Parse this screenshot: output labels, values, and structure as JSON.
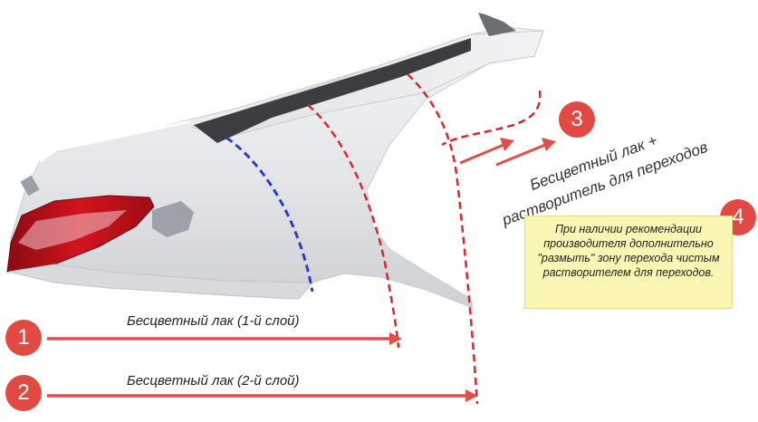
{
  "badges": {
    "b1": "1",
    "b2": "2",
    "b3": "3",
    "b4": "4"
  },
  "labels": {
    "coat1": "Бесцветный лак (1-й слой)",
    "coat2": "Бесцветный лак (2-й слой)",
    "blend_line1": "Бесцветный лак +",
    "blend_line2": "растворитель для переходов"
  },
  "note": {
    "text": "При наличии рекомендации производителя дополнительно \"размыть\" зону перехода чистым растворителем для переходов."
  },
  "colors": {
    "badge": "#e04a42",
    "arrow": "#e05049",
    "dashed_red": "#e0242a",
    "dashed_blue": "#2a3fc9",
    "note_bg": "#fbf6b4",
    "tail_light": "#c8101d"
  },
  "icons": {
    "car": "car-rear-quarter-illustration"
  }
}
